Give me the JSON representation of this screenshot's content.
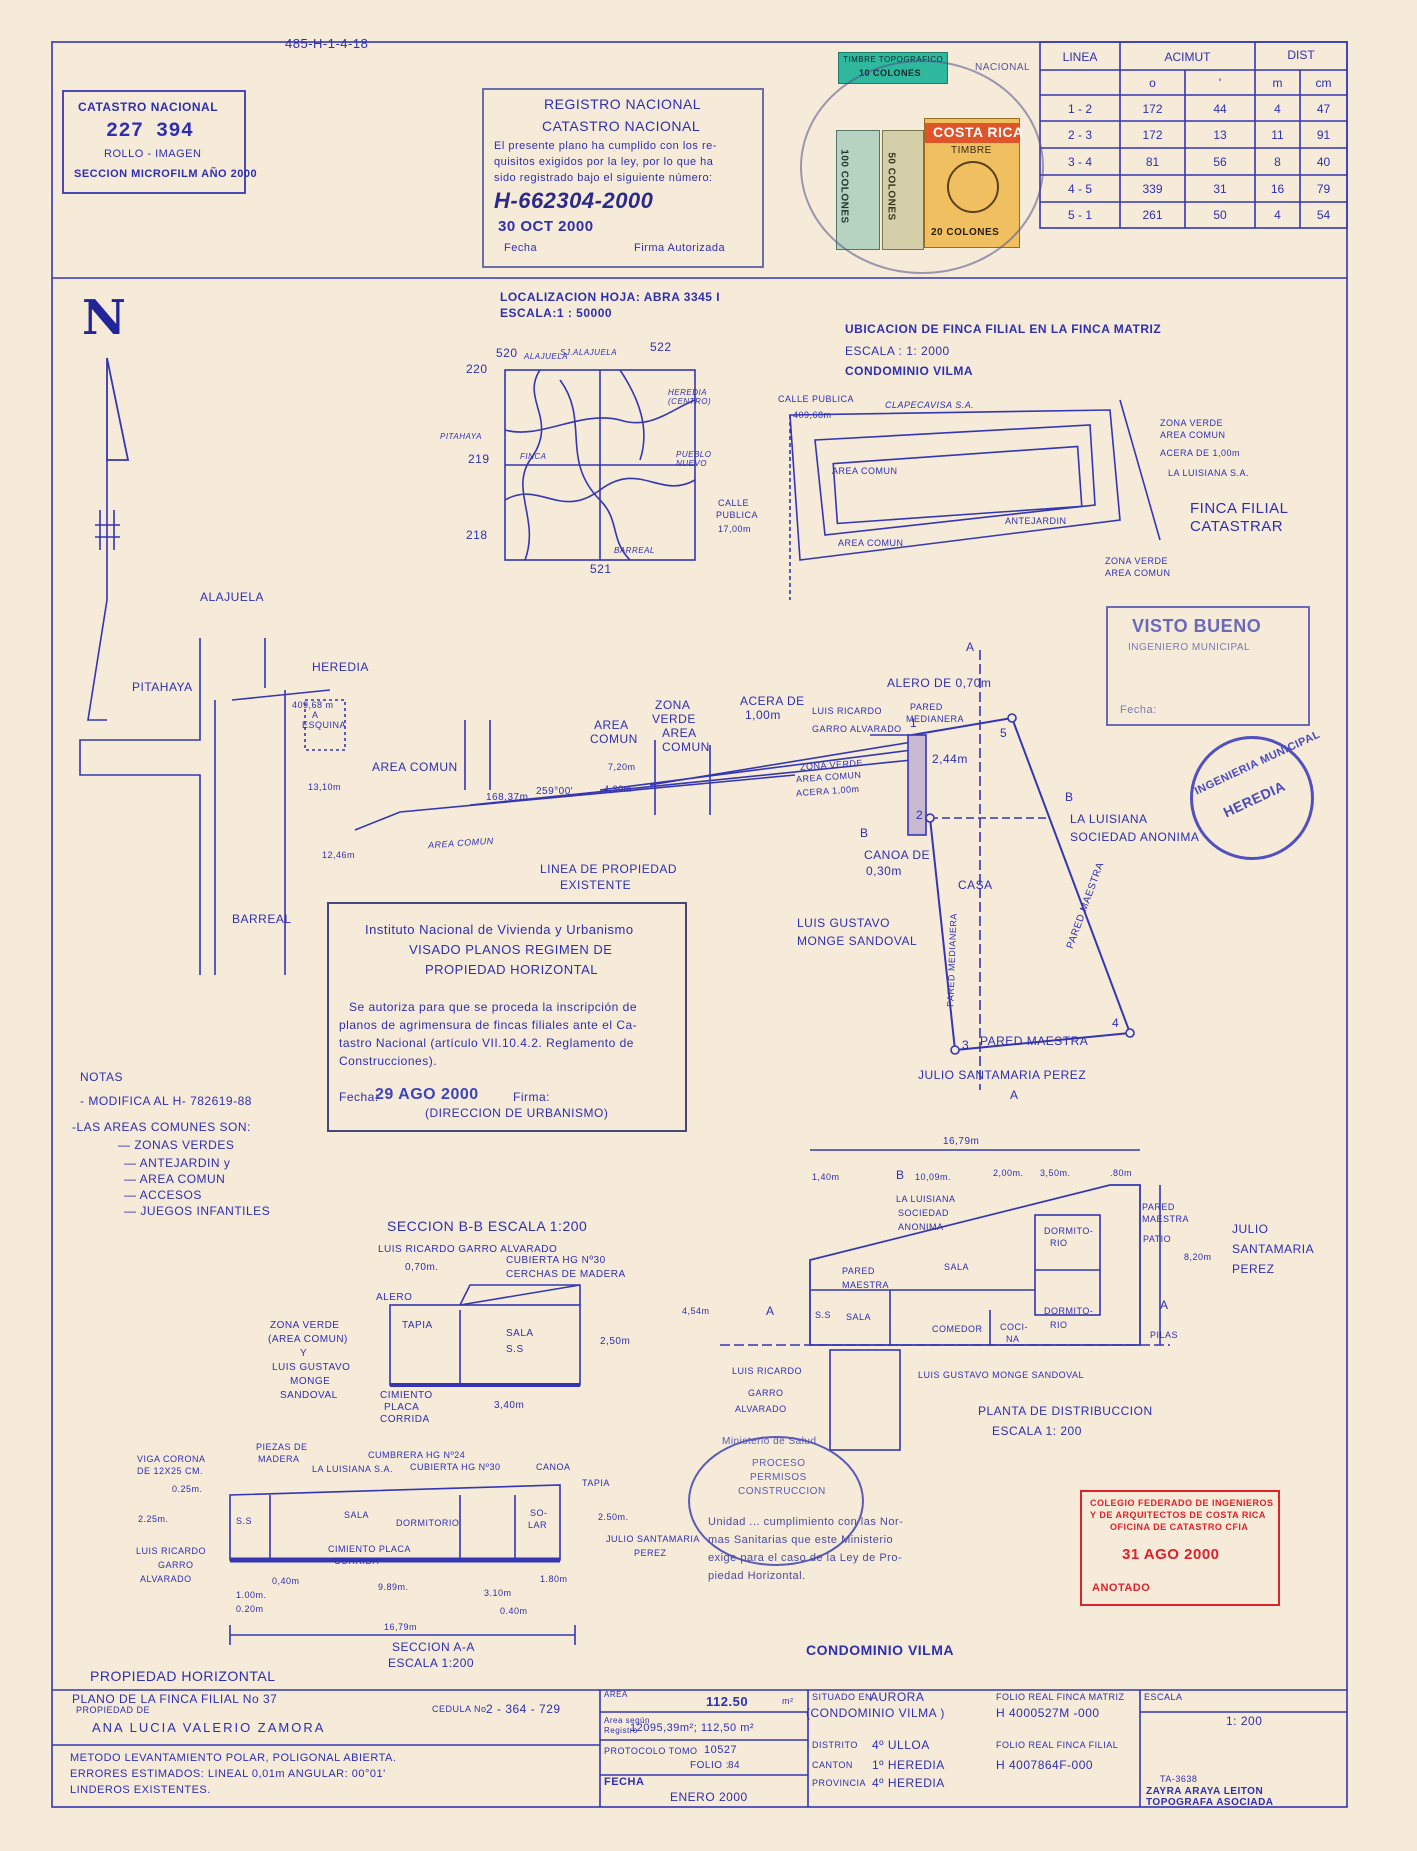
{
  "ref_top": "485-H-1-4-18",
  "catastro": {
    "title": "CATASTRO NACIONAL",
    "number": "227 394",
    "line2": "ROLLO - IMAGEN",
    "line3": "SECCION MICROFILM AÑO 2000"
  },
  "registro": {
    "title1": "REGISTRO NACIONAL",
    "title2": "CATASTRO NACIONAL",
    "text1": "El presente plano ha cumplido con los re-",
    "text2": "quisitos exigidos por la ley, por lo que ha",
    "text3": "sido registrado bajo el siguiente número:",
    "number": "H-662304-2000",
    "date": "30 OCT 2000",
    "fecha_label": "Fecha",
    "firma_label": "Firma Autorizada"
  },
  "timbres": {
    "topo": "TIMBRE TOPOGRAFICO",
    "topo_val": "10 COLONES",
    "c100": "100 COLONES",
    "c50": "50 COLONES",
    "cr": "COSTA RICA",
    "timbre": "TIMBRE",
    "c20": "20 COLONES",
    "seal_top": "NACIONAL"
  },
  "azimut_table": {
    "headers": {
      "linea": "LINEA",
      "acimut": "ACIMUT",
      "dist": "DIST",
      "deg": "o",
      "min": "'",
      "m": "m",
      "cm": "cm"
    },
    "rows": [
      {
        "l": "1 - 2",
        "d": "172",
        "mi": "44",
        "m": "4",
        "cm": "47"
      },
      {
        "l": "2 - 3",
        "d": "172",
        "mi": "13",
        "m": "11",
        "cm": "91"
      },
      {
        "l": "3 - 4",
        "d": "81",
        "mi": "56",
        "m": "8",
        "cm": "40"
      },
      {
        "l": "4 - 5",
        "d": "339",
        "mi": "31",
        "m": "16",
        "cm": "79"
      },
      {
        "l": "5 - 1",
        "d": "261",
        "mi": "50",
        "m": "4",
        "cm": "54"
      }
    ]
  },
  "north": "N",
  "localizacion": {
    "l1": "LOCALIZACION HOJA: ABRA 3345 I",
    "l2": "ESCALA:1 : 50000",
    "g1": "520",
    "g2": "522",
    "g3": "220",
    "g4": "219",
    "g5": "218",
    "g6": "521",
    "p1": "ALAJUELA",
    "p2": "HEREDIA (CENTRO)",
    "p3": "PITAHAYA",
    "p4": "FINCA",
    "p5": "PUEBLO NUEVO",
    "p6": "BARREAL",
    "p7": "SJ.ALAJUELA"
  },
  "ubicacion": {
    "title": "UBICACION DE FINCA FILIAL EN LA FINCA MATRIZ",
    "escala": "ESCALA : 1: 2000",
    "cond": "CONDOMINIO VILMA",
    "calle1": "CALLE PUBLICA",
    "d1": "409,68m",
    "clape": "CLAPECAVISA S.A.",
    "zv1": "ZONA VERDE",
    "ac1": "AREA COMUN",
    "acera": "ACERA DE 1,00m",
    "lu": "LA LUISIANA S.A.",
    "area_comun": "AREA COMUN",
    "calle2": "CALLE",
    "publica2": "PUBLICA",
    "d2": "17,00m",
    "ante": "ANTEJARDIN",
    "area_comun2": "AREA COMUN",
    "zv2": "ZONA VERDE",
    "ac2": "AREA COMUN",
    "finca1": "FINCA FILIAL",
    "finca2": "CATASTRAR"
  },
  "plan": {
    "alajuela": "ALAJUELA",
    "heredia": "HEREDIA",
    "pitahaya": "PITAHAYA",
    "d409": "409,68 m",
    "esq1": "A",
    "esq2": "ESQUINA",
    "area_comun": "AREA COMUN",
    "d1310": "13,10m",
    "d1246": "12,46m",
    "area_comun_s": "AREA COMUN",
    "barreal": "BARREAL",
    "area1": "AREA",
    "comun1": "COMUN",
    "zona": "ZONA",
    "verde": "VERDE",
    "area2": "AREA",
    "comun2": "COMUN",
    "acera_de": "ACERA DE",
    "acera_m": "1,00m",
    "luis1": "LUIS RICARDO",
    "luis2": "GARRO ALVARADO",
    "pared1": "PARED",
    "pared2": "MEDIANERA",
    "alero": "ALERO DE 0,70m",
    "a_top": "A",
    "d720": "7,20m",
    "d450": "4,30m",
    "d16837": "168,37m",
    "ang": "259°00'",
    "zv": "ZONA VERDE",
    "ac": "AREA COMUN",
    "acera1": "ACERA 1,00m",
    "d244": "2,44m",
    "linea1": "LINEA DE PROPIEDAD",
    "linea2": "EXISTENTE",
    "canoa1": "CANOA DE",
    "canoa2": "0,30m",
    "b_r": "B",
    "b_l": "B",
    "luisiana1": "LA LUISIANA",
    "luisiana2": "SOCIEDAD ANONIMA",
    "casa": "CASA",
    "pm": "PARED MAESTRA",
    "pmed": "PARED MEDIANERA",
    "luisg1": "LUIS GUSTAVO",
    "luisg2": "MONGE SANDOVAL",
    "pmb": "PARED MAESTRA",
    "julio": "JULIO SANTAMARIA PEREZ",
    "a_bot": "A",
    "v1": "1",
    "v2": "2",
    "v3": "3",
    "v4": "4",
    "v5": "5"
  },
  "invu": {
    "l1": "Instituto Nacional de Vivienda y Urbanismo",
    "l2": "VISADO PLANOS REGIMEN DE",
    "l3": "PROPIEDAD HORIZONTAL",
    "l4": "Se autoriza para que se proceda la inscripción de",
    "l5": "planos de agrimensura de fincas filiales ante el Ca-",
    "l6": "tastro Nacional (artículo VII.10.4.2. Reglamento de",
    "l7": "Construcciones).",
    "fecha": "Fecha:",
    "date": "29 AGO 2000",
    "firma": "Firma:",
    "dir": "(DIRECCION DE URBANISMO)"
  },
  "visto": {
    "title": "VISTO BUENO",
    "sub": "INGENIERO MUNICIPAL",
    "fecha": "Fecha:"
  },
  "muni": {
    "l1": "INGENIERIA MUNICIPAL",
    "l2": "HEREDIA"
  },
  "notas": {
    "title": "NOTAS",
    "l1": "- MODIFICA AL H- 782619-88",
    "l2": "-LAS AREAS COMUNES SON:",
    "l3": "— ZONAS VERDES",
    "l4": "— ANTEJARDIN y",
    "l5": "— AREA COMUN",
    "l6": "— ACCESOS",
    "l7": "— JUEGOS INFANTILES"
  },
  "seccion_bb": {
    "title": "SECCION B-B   ESCALA 1:200",
    "luis": "LUIS RICARDO GARRO ALVARADO",
    "d070": "0,70m.",
    "cub1": "CUBIERTA HG Nº30",
    "cub2": "CERCHAS DE MADERA",
    "alero": "ALERO",
    "tapia": "TAPIA",
    "sala": "SALA",
    "ss": "S.S",
    "d250": "2,50m",
    "zv1": "ZONA VERDE",
    "zv2": "(AREA COMUN)",
    "y": "Y",
    "lg1": "LUIS GUSTAVO",
    "lg2": "MONGE",
    "lg3": "SANDOVAL",
    "cim1": "CIMIENTO",
    "cim2": "PLACA",
    "cim3": "CORRIDA",
    "d340": "3,40m"
  },
  "planta": {
    "d1679": "16,79m",
    "d140": "1,40m",
    "b": "B",
    "d1009": "10,09m.",
    "d200": "2,00m.",
    "d350": "3,50m.",
    "d180": ".80m",
    "lu1": "LA LUISIANA",
    "lu2": "SOCIEDAD",
    "lu3": "ANONIMA",
    "pm1": "PARED",
    "pm2": "MAESTRA",
    "patio": "PATIO",
    "dorm1": "DORMITO-",
    "dorm1b": "RIO",
    "julio1": "JULIO",
    "julio2": "SANTAMARIA",
    "julio3": "PEREZ",
    "d820": "8,20m",
    "pared_m1": "PARED",
    "pared_m2": "MAESTRA",
    "sala": "SALA",
    "sala2": "SALA",
    "d454": "4,54m",
    "a1": "A",
    "a2": "A",
    "ss": "S.S",
    "comedor": "COMEDOR",
    "cocina1": "COCI-",
    "cocina2": "NA",
    "dorm2": "DORMITO-",
    "dorm2b": "RIO",
    "pilas": "PILAS",
    "lr1": "LUIS RICARDO",
    "lr2": "GARRO",
    "lr3": "ALVARADO",
    "lgms": "LUIS GUSTAVO MONGE SANDOVAL",
    "title": "PLANTA DE DISTRIBUCCION",
    "escala": "ESCALA 1: 200"
  },
  "seccion_aa": {
    "viga1": "VIGA CORONA",
    "viga2": "DE 12X25 CM.",
    "piezas1": "PIEZAS DE",
    "piezas2": "MADERA",
    "cumbrera": "CUMBRERA HG Nº24",
    "lu": "LA LUISIANA S.A.",
    "cub": "CUBIERTA HG Nº30",
    "canoa": "CANOA",
    "tapia": "TAPIA",
    "d025": "0.25m.",
    "d225": "2.25m.",
    "ss": "S.S",
    "sala": "SALA",
    "dormitorio": "DORMITORIO",
    "solar1": "SO-",
    "solar2": "LAR",
    "d250": "2.50m.",
    "lr1": "LUIS RICARDO",
    "lr2": "GARRO",
    "lr3": "ALVARADO",
    "cim": "CIMIENTO PLACA",
    "corrida": "CORRIDA",
    "d040": "0,40m",
    "d100": "1.00m.",
    "d020": "0.20m",
    "d989": "9.89m.",
    "d310": "3.10m",
    "d040b": "0.40m",
    "d180": "1.80m",
    "julio1": "JULIO SANTAMARIA",
    "julio2": "PEREZ",
    "d1679": "16,79m",
    "title": "SECCION A-A",
    "escala": "ESCALA 1:200"
  },
  "salud": {
    "l1": "Ministerio de Salud",
    "l2": "PROCESO",
    "l3": "PERMISOS",
    "l4": "CONSTRUCCION",
    "l5": "Unidad ... cumplimiento con las Nor-",
    "l6": "mas Sanitarias que este Ministerio",
    "l7": "exige para el caso de la Ley de Pro-",
    "l8": "piedad Horizontal."
  },
  "cfia": {
    "l1": "COLEGIO FEDERADO DE INGENIEROS",
    "l2": "Y DE ARQUITECTOS DE COSTA RICA",
    "l3": "OFICINA DE CATASTRO CFIA",
    "date": "31 AGO 2000",
    "anotado": "ANOTADO"
  },
  "condominio": "CONDOMINIO VILMA",
  "title_block": {
    "prop_h": "PROPIEDAD HORIZONTAL",
    "plano": "PLANO DE LA FINCA FILIAL No 37",
    "propiedad_de": "PROPIEDAD DE",
    "owner": "ANA LUCIA VALERIO ZAMORA",
    "cedula_label": "CEDULA No.",
    "cedula": "2 - 364 - 729",
    "metodo1": "METODO LEVANTAMIENTO POLAR, POLIGONAL ABIERTA.",
    "metodo2": "ERRORES ESTIMADOS: LINEAL 0,01m   ANGULAR: 00°01'",
    "metodo3": "LINDEROS EXISTENTES.",
    "area_label": "AREA",
    "area": "112.50",
    "area_unit": "m²",
    "area_reg_label1": "Area según",
    "area_reg_label2": "Registro",
    "area_reg": "12095,39m²; 112,50 m²",
    "protocolo_label": "PROTOCOLO TOMO",
    "protocolo": "10527",
    "folio_label": "FOLIO :",
    "folio": "84",
    "fecha_label": "FECHA",
    "fecha": "ENERO 2000",
    "situado_label": "SITUADO EN",
    "situado": "AURORA",
    "situado2": "(CONDOMINIO VILMA )",
    "distrito_label": "DISTRITO",
    "distrito": "4º ULLOA",
    "canton_label": "CANTON",
    "canton": "1º HEREDIA",
    "provincia_label": "PROVINCIA",
    "provincia": "4º HEREDIA",
    "folio_matriz_label": "FOLIO REAL FINCA MATRIZ",
    "folio_matriz": "H 4000527M -000",
    "folio_filial_label": "FOLIO REAL FINCA FILIAL",
    "folio_filial": "H 4007864F-000",
    "escala_label": "ESCALA",
    "escala": "1: 200",
    "ta": "TA-3638",
    "topo_name": "ZAYRA ARAYA LEITON",
    "topo_title": "TOPOGRAFA ASOCIADA"
  }
}
